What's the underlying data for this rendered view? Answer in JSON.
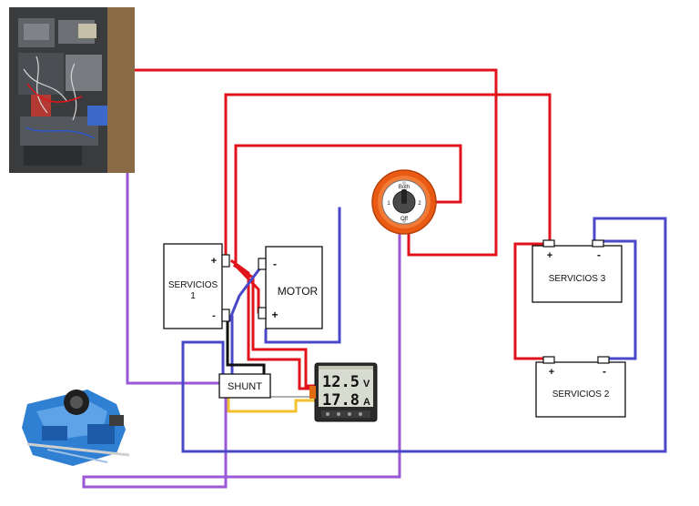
{
  "colors": {
    "positive_wire": "#e0131c",
    "negative_wire": "#4848c8",
    "ground_wire": "#9a57d6",
    "sense_wire": "#f2c12e",
    "signal_wire": "#b0b0b0",
    "switch_orange": "#ea5a12",
    "monitor_body": "#2b2b2b",
    "engine_blue": "#2f7fd2"
  },
  "components": {
    "servicios1": {
      "label_line1": "SERVICIOS",
      "label_line2": "1",
      "plus": "+",
      "minus": "-"
    },
    "motor": {
      "label": "MOTOR",
      "plus": "+",
      "minus": "-"
    },
    "servicios3": {
      "label": "SERVICIOS 3",
      "plus": "+",
      "minus": "-"
    },
    "servicios2": {
      "label": "SERVICIOS 2",
      "plus": "+",
      "minus": "-"
    },
    "shunt": {
      "label": "SHUNT"
    },
    "selector_switch": {
      "icon": "battery-selector-switch",
      "pos_top": "Both",
      "pos_left": "1",
      "pos_right": "2",
      "pos_bottom": "Off"
    },
    "battery_monitor": {
      "icon": "battery-monitor-display",
      "voltage": "12.5",
      "voltage_unit": "V",
      "current": "17.8",
      "current_unit": "A"
    },
    "electrical_panel_photo": {
      "icon": "electrical-panel-photo"
    },
    "engine_photo": {
      "icon": "marine-engine-photo"
    }
  }
}
